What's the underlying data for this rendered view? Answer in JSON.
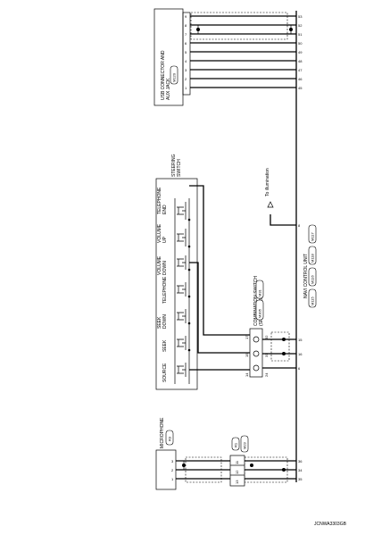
{
  "components": {
    "usb": {
      "name_line1": "USB CONNECTOR AND",
      "name_line2": "AUX JACK",
      "connector": "M120",
      "pins": [
        "9",
        "8",
        "7",
        "6",
        "5",
        "4",
        "3",
        "2",
        "1"
      ],
      "navi_pins": [
        "53",
        "52",
        "51",
        "50",
        "49",
        "48",
        "47",
        "46",
        "45"
      ]
    },
    "steering": {
      "name_line1": "STEERING",
      "name_line2": "SWITCH",
      "switches": [
        {
          "line1": "TELEPHONE",
          "line2": "END"
        },
        {
          "line1": "VOLUME",
          "line2": "UP"
        },
        {
          "line1": "VOLUME",
          "line2": "DOWN"
        },
        {
          "line1": "",
          "line2": "TELEPHONE"
        },
        {
          "line1": "SEEK",
          "line2": "DOWN"
        },
        {
          "line1": "",
          "line2": "SEEK"
        },
        {
          "line1": "",
          "line2": "SOURCE"
        }
      ]
    },
    "combination": {
      "name_line1": "COMBINATION SWITCH",
      "name_line2": "(SPIRAL CABLE)",
      "connectors": [
        "M31",
        "M305"
      ],
      "pins_top": [
        "17",
        "15",
        "14"
      ],
      "pins_bottom": [
        "32",
        "31",
        "24"
      ]
    },
    "illumination": {
      "label": "To illumination",
      "pin": "8"
    },
    "navi": {
      "name": "NAVI CONTROL UNIT",
      "connectors": [
        "M115",
        "M116",
        "M118",
        "M117"
      ],
      "pins": [
        "15",
        "16",
        "6"
      ]
    },
    "microphone": {
      "name": "MICROPHONE",
      "connector": "R3",
      "pins": [
        "3",
        "2",
        "1"
      ],
      "navi_pins": [
        "36",
        "34",
        "35"
      ]
    },
    "harness": {
      "connectors": [
        "R1",
        "M23"
      ],
      "pins": [
        "11",
        "12",
        "13"
      ]
    }
  },
  "diagram_id": "JCNWA3303GB"
}
